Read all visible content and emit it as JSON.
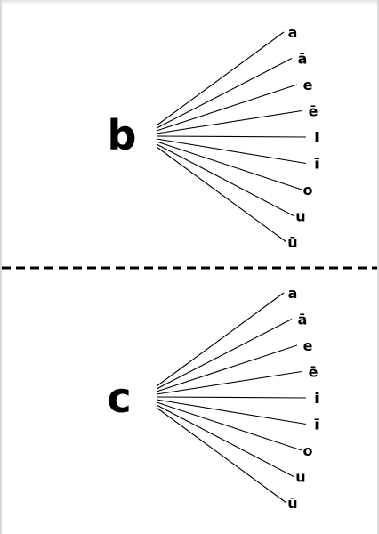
{
  "sections": [
    {
      "letter": "b",
      "vowels": [
        "a",
        "ā",
        "e",
        "ē",
        "i",
        "ī",
        "o",
        "u",
        "ū"
      ]
    },
    {
      "letter": "c",
      "vowels": [
        "a",
        "ā",
        "e",
        "ē",
        "i",
        "ī",
        "o",
        "u",
        "ū"
      ]
    }
  ],
  "colors": {
    "ink": "#000000",
    "paper": "#ffffff"
  }
}
